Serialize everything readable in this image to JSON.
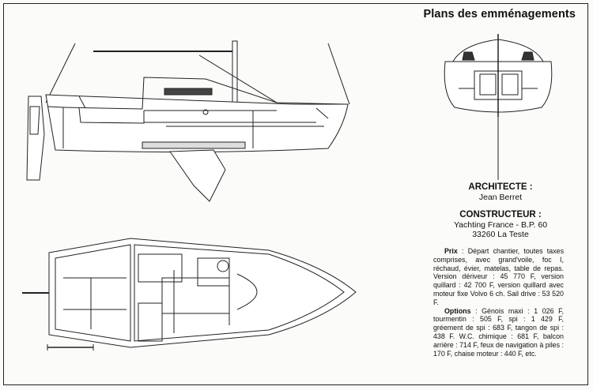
{
  "header": {
    "title": "Plans des emménagements"
  },
  "credits": {
    "architect_label": "ARCHITECTE :",
    "architect_name": "Jean Berret",
    "builder_label": "CONSTRUCTEUR :",
    "builder_line1": "Yachting France - B.P. 60",
    "builder_line2": "33260 La Teste"
  },
  "price": {
    "label": "Prix",
    "text": ": Départ chantier, toutes taxes comprises, avec grand'voile, foc I, réchaud, évier, matelas, table de repas. Version dériveur : 45 770 F, version quillard : 42 700 F, version quillard avec moteur fixe Volvo 6 ch. Sail drive : 53 520 F."
  },
  "options": {
    "label": "Options",
    "text": ": Génois maxi : 1 026 F, tourmentin : 505 F, spi : 1 429 F, gréement de spi : 683 F, tangon de spi : 438 F. W.C. chimique : 681 F, balcon arrière : 714 F, feux de navigation à piles : 170 F, chaise moteur : 440 F, etc."
  }
}
